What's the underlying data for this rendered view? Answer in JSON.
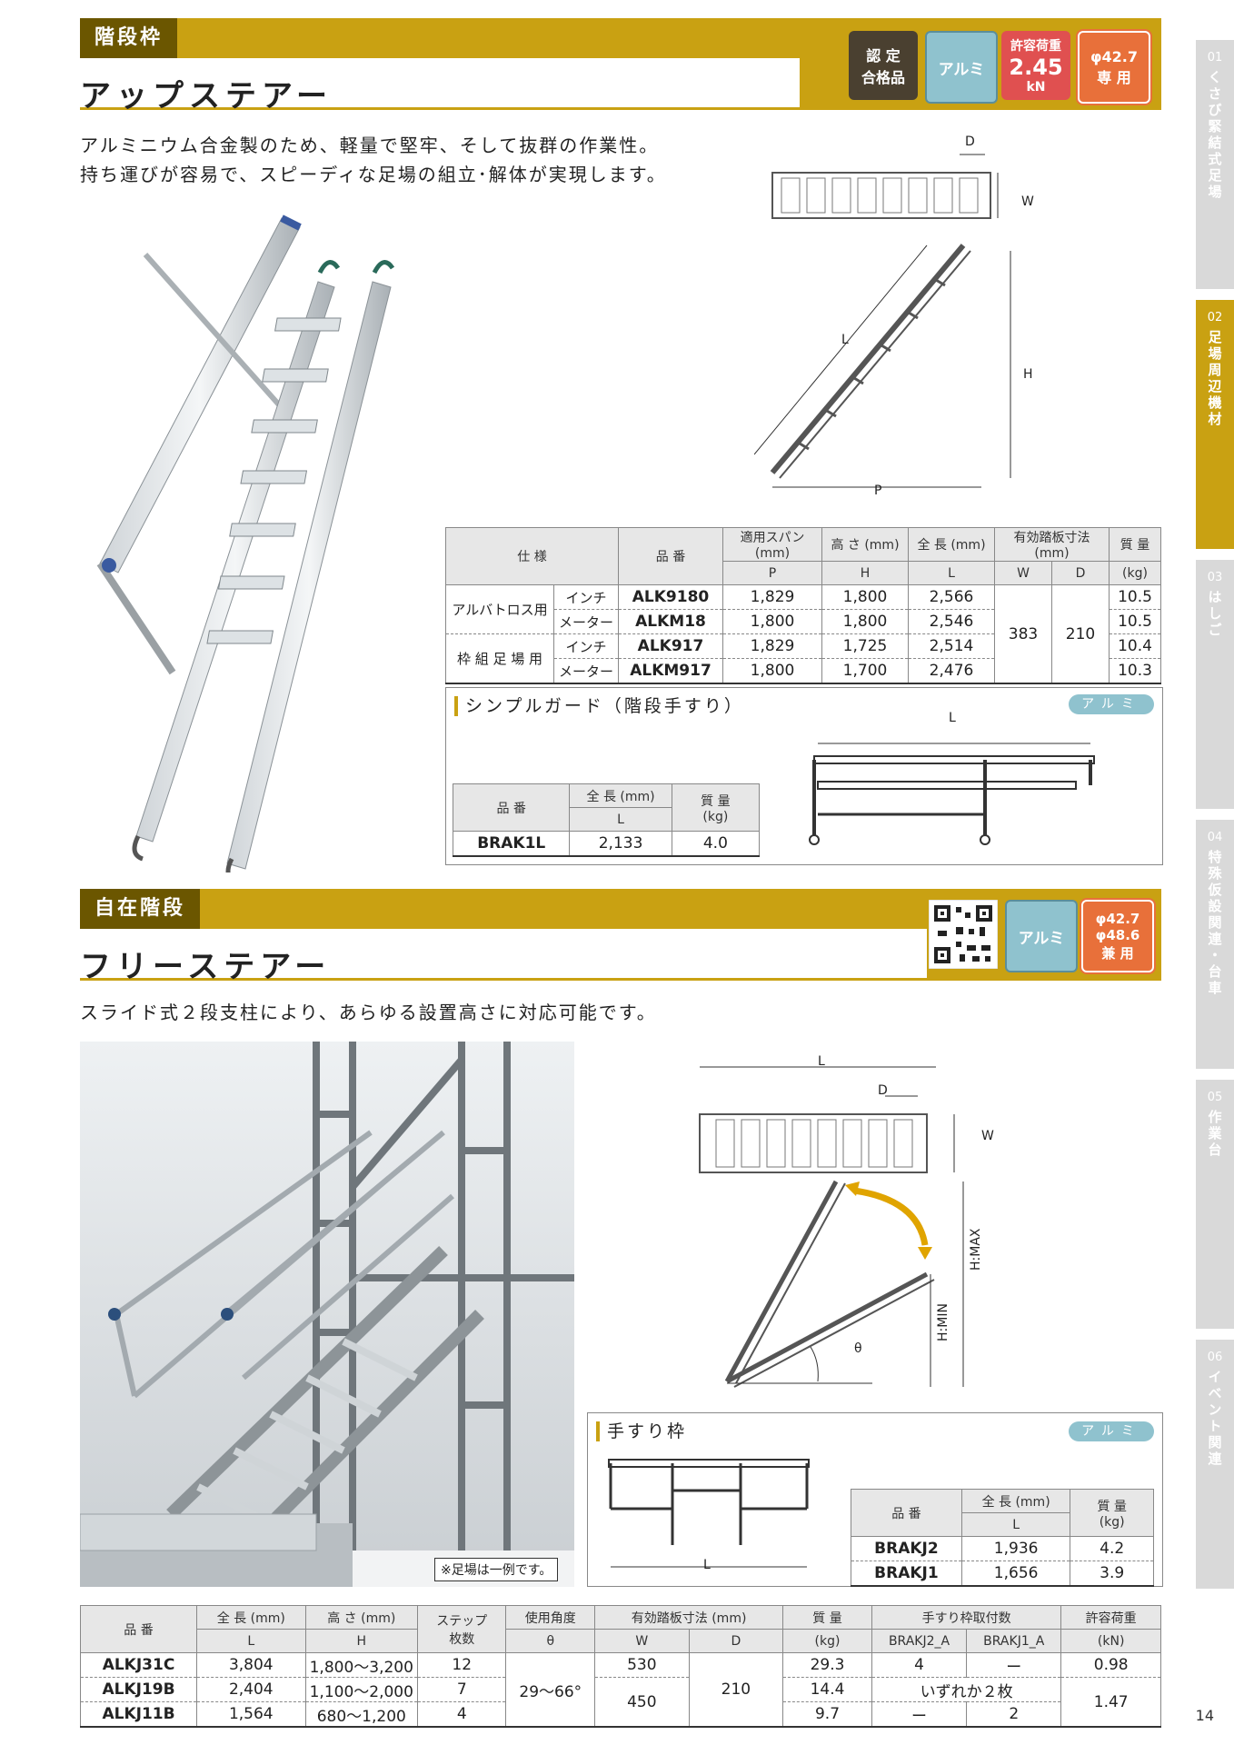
{
  "section1": {
    "tag": "階段枠",
    "title": "アップステアー",
    "desc_line1": "アルミニウム合金製のため、軽量で堅牢、そして抜群の作業性。",
    "desc_line2": "持ち運びが容易で、スピーディな足場の組立･解体が実現します。",
    "badges": {
      "cert_line1": "認 定",
      "cert_line2": "合格品",
      "alumi": "アルミ",
      "load_label": "許容荷重",
      "load_value": "2.45",
      "load_unit": "kN",
      "pipe_line1": "φ42.7",
      "pipe_line2": "専 用"
    },
    "diagram": {
      "D": "D",
      "W": "W",
      "L": "L",
      "H": "H",
      "P": "P"
    },
    "table": {
      "h_spec": "仕 様",
      "h_part": "品 番",
      "h_span": "適用スパン (mm)",
      "h_height": "高 さ (mm)",
      "h_length": "全 長 (mm)",
      "h_tread": "有効踏板寸法 (mm)",
      "h_mass": "質 量",
      "h_mass_unit": "(kg)",
      "s_P": "P",
      "s_H": "H",
      "s_L": "L",
      "s_W": "W",
      "s_D": "D",
      "group1": "アルバトロス用",
      "group2": "枠 組 足 場 用",
      "w_value": "383",
      "d_value": "210",
      "rows": [
        {
          "unit": "インチ",
          "part": "ALK9180",
          "P": "1,829",
          "H": "1,800",
          "L": "2,566",
          "mass": "10.5"
        },
        {
          "unit": "メーター",
          "part": "ALKM18",
          "P": "1,800",
          "H": "1,800",
          "L": "2,546",
          "mass": "10.5"
        },
        {
          "unit": "インチ",
          "part": "ALK917",
          "P": "1,829",
          "H": "1,725",
          "L": "2,514",
          "mass": "10.4"
        },
        {
          "unit": "メーター",
          "part": "ALKM917",
          "P": "1,800",
          "H": "1,700",
          "L": "2,476",
          "mass": "10.3"
        }
      ]
    },
    "guard": {
      "title": "シンプルガード（階段手すり）",
      "pill": "アルミ",
      "L": "L",
      "h_part": "品 番",
      "h_len": "全 長 (mm)",
      "h_len_sub": "L",
      "h_mass": "質 量",
      "h_mass_unit": "(kg)",
      "part": "BRAK1L",
      "len": "2,133",
      "mass": "4.0"
    }
  },
  "section2": {
    "tag": "自在階段",
    "title": "フリーステアー",
    "desc": "スライド式２段支柱により、あらゆる設置高さに対応可能です。",
    "badges": {
      "alumi": "アルミ",
      "pipe_line1": "φ42.7",
      "pipe_line2": "φ48.6",
      "pipe_line3": "兼 用"
    },
    "photo_note": "※足場は一例です。",
    "diagram": {
      "L": "L",
      "D": "D",
      "W": "W",
      "HMAX": "H:MAX",
      "HMIN": "H:MIN",
      "theta": "θ"
    },
    "rail": {
      "title": "手すり枠",
      "pill": "アルミ",
      "L": "L",
      "h_part": "品 番",
      "h_len": "全 長 (mm)",
      "h_len_sub": "L",
      "h_mass": "質 量",
      "h_mass_unit": "(kg)",
      "rows": [
        {
          "part": "BRAKJ2",
          "len": "1,936",
          "mass": "4.2"
        },
        {
          "part": "BRAKJ1",
          "len": "1,656",
          "mass": "3.9"
        }
      ]
    },
    "table": {
      "h_part": "品 番",
      "h_len": "全 長 (mm)",
      "h_height": "高 さ (mm)",
      "h_steps1": "ステップ",
      "h_steps2": "枚数",
      "h_angle": "使用角度",
      "h_tread": "有効踏板寸法 (mm)",
      "h_mass": "質 量",
      "h_mass_unit": "(kg)",
      "h_rail": "手すり枠取付数",
      "h_load": "許容荷重",
      "h_load_unit": "(kN)",
      "s_L": "L",
      "s_H": "H",
      "s_theta": "θ",
      "s_W": "W",
      "s_D": "D",
      "s_j2": "BRAKJ2_A",
      "s_j1": "BRAKJ1_A",
      "angle": "29～66°",
      "d_value": "210",
      "w_shared": "450",
      "load_shared": "1.47",
      "either": "いずれか２枚",
      "rows": [
        {
          "part": "ALKJ31C",
          "L": "3,804",
          "H": "1,800～3,200",
          "steps": "12",
          "W": "530",
          "mass": "29.3",
          "j2": "4",
          "j1": "ー",
          "load": "0.98"
        },
        {
          "part": "ALKJ19B",
          "L": "2,404",
          "H": "1,100～2,000",
          "steps": "7",
          "mass": "14.4"
        },
        {
          "part": "ALKJ11B",
          "L": "1,564",
          "H": "680～1,200",
          "steps": "4",
          "mass": "9.7",
          "j2": "ー",
          "j1": "2"
        }
      ]
    }
  },
  "side_index": [
    {
      "num": "01",
      "label": "くさび緊結式足場"
    },
    {
      "num": "02",
      "label": "足場周辺機材"
    },
    {
      "num": "03",
      "label": "はしご"
    },
    {
      "num": "04",
      "label": "特殊仮設関連・台車"
    },
    {
      "num": "05",
      "label": "作業台"
    },
    {
      "num": "06",
      "label": "イベント関連"
    }
  ],
  "page_number": "14",
  "colors": {
    "accent": "#c9a112",
    "tag_dark": "#6b5600",
    "alumi": "#8fc2ce",
    "load": "#e05050",
    "pipe": "#e8703a",
    "cert": "#4a4030"
  }
}
